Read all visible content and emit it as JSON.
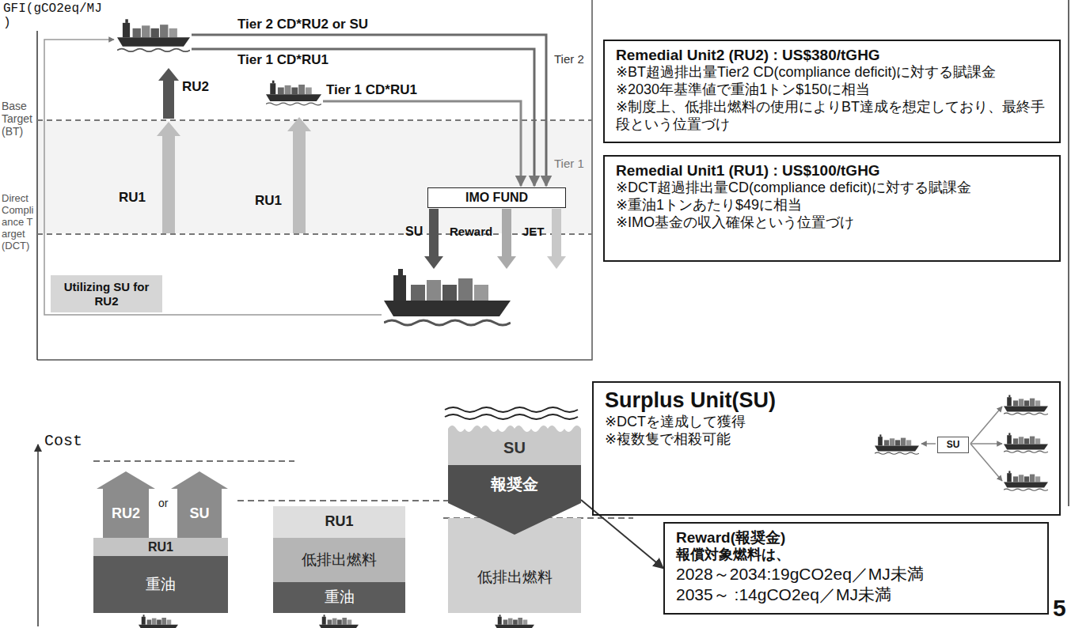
{
  "diagram": {
    "nodes": [
      {
        "text": [
          "Remedial Unit2 (RU2) : US$380/tGHG",
          "※BT超過排出量Tier2 CD(compliance deficit)に対する賦課金",
          "※2030年基準値で重油1トン$150に相当",
          "※制度上、低排出燃料の使用によりBT達成を想定しており、最終手段という位置づけ"
        ]
      },
      {
        "text": [
          "IMO FUND"
        ]
      },
      {
        "text": [
          "Remedial Unit1 (RU1) : US$100/tGHG",
          "※DCT超過排出量CD(compliance deficit)に対する賦課金",
          "※重油1トンあたり$49に相当",
          "※IMO基金の収入確保という位置づけ"
        ]
      },
      {
        "text": [
          "Utilizing SU for RU2"
        ]
      },
      {
        "text": [
          "Surplus Unit(SU)",
          "※DCTを達成して獲得",
          "※複数隻で相殺可能"
        ]
      },
      {
        "text": [
          "SU"
        ],
        "in": 4
      },
      {
        "text": [
          "RU2"
        ]
      },
      {
        "text": [
          "SU"
        ]
      },
      {
        "text": [
          "RU1"
        ]
      },
      {
        "text": [
          "重油"
        ]
      },
      {
        "text": [
          "RU1"
        ]
      },
      {
        "text": [
          "低排出燃料"
        ]
      },
      {
        "text": [
          "重油"
        ]
      },
      {
        "text": [
          "SU"
        ]
      },
      {
        "text": [
          "報奨金"
        ]
      },
      {
        "text": [
          "低排出燃料"
        ]
      },
      {
        "text": [
          "Reward(報奨金)",
          "報償対象燃料は、",
          "2028～2034:19gCO2eq／MJ未満",
          "2035～ :14gCO2eq／MJ未満"
        ]
      }
    ],
    "edges": [
      {
        "from": 14,
        "to": 16,
        "arrow": "to"
      }
    ],
    "labels": [
      "GFI(gCO2eq/MJ )",
      "Base Target (BT)",
      "Direct Compliance Target (DCT)",
      "Tier 2 CD*RU2 or SU",
      "Tier 1 CD*RU1",
      "Tier 2",
      "RU2",
      "Tier 1 CD*RU1",
      "Tier 1",
      "RU1",
      "RU1",
      "SU",
      "Reward",
      "JET",
      "Cost",
      "or",
      "5"
    ]
  }
}
